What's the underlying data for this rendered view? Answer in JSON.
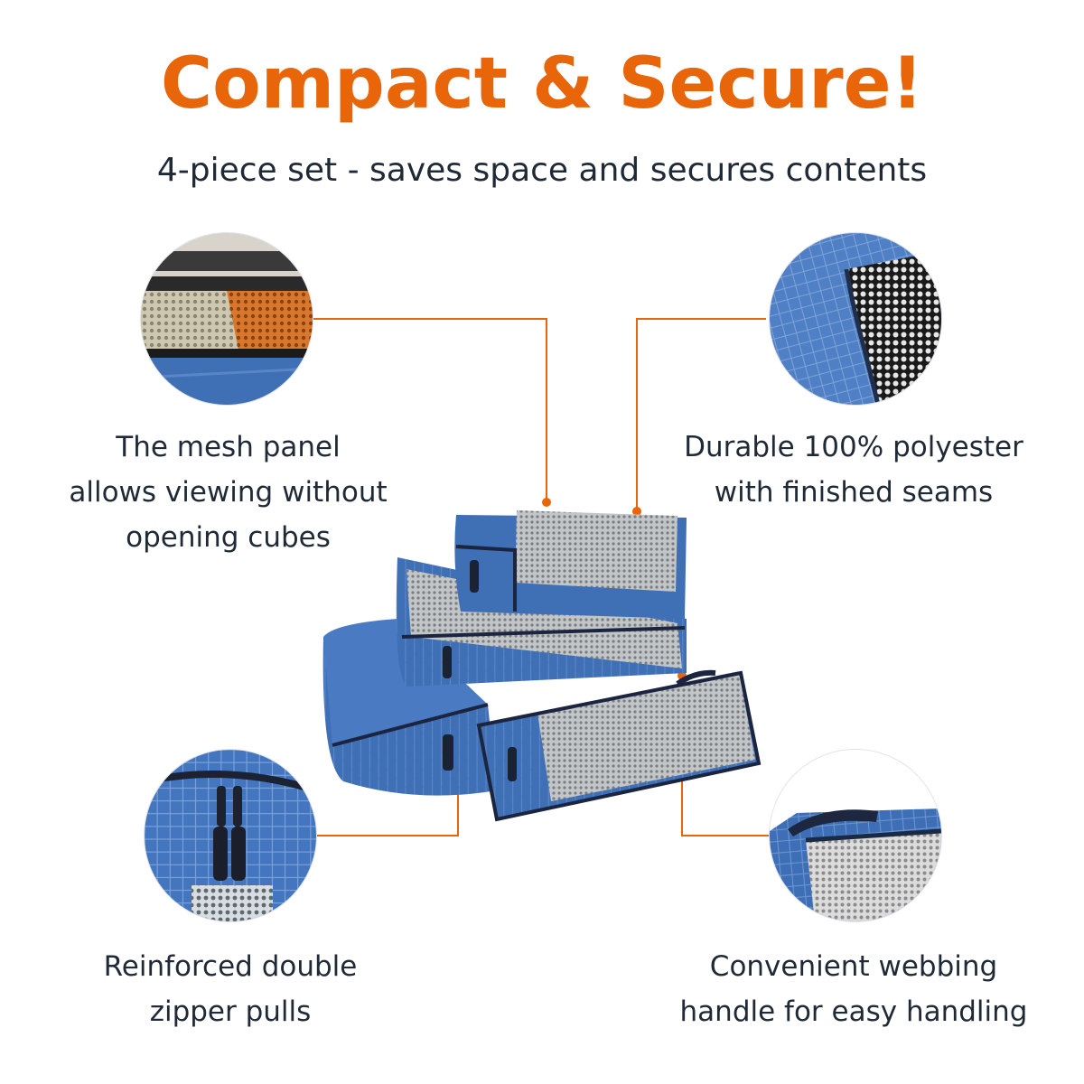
{
  "header": {
    "title": "Compact & Secure!",
    "subtitle": "4-piece set - saves space and secures contents"
  },
  "features": [
    {
      "lines": [
        "The mesh panel",
        "allows viewing without",
        "opening cubes"
      ],
      "icon": "mesh-panel-closeup"
    },
    {
      "lines": [
        "Durable 100% polyester",
        "with finished seams"
      ],
      "icon": "polyester-seam-closeup"
    },
    {
      "lines": [
        "Reinforced double",
        "zipper pulls"
      ],
      "icon": "zipper-pulls-closeup"
    },
    {
      "lines": [
        "Convenient webbing",
        "handle for easy handling"
      ],
      "icon": "webbing-handle-closeup"
    }
  ],
  "colors": {
    "accent": "#e8650a",
    "text": "#1f2a36",
    "cube_blue": "#3f6fb5",
    "cube_dark": "#2b4f86",
    "mesh": "#b9bcbd"
  }
}
